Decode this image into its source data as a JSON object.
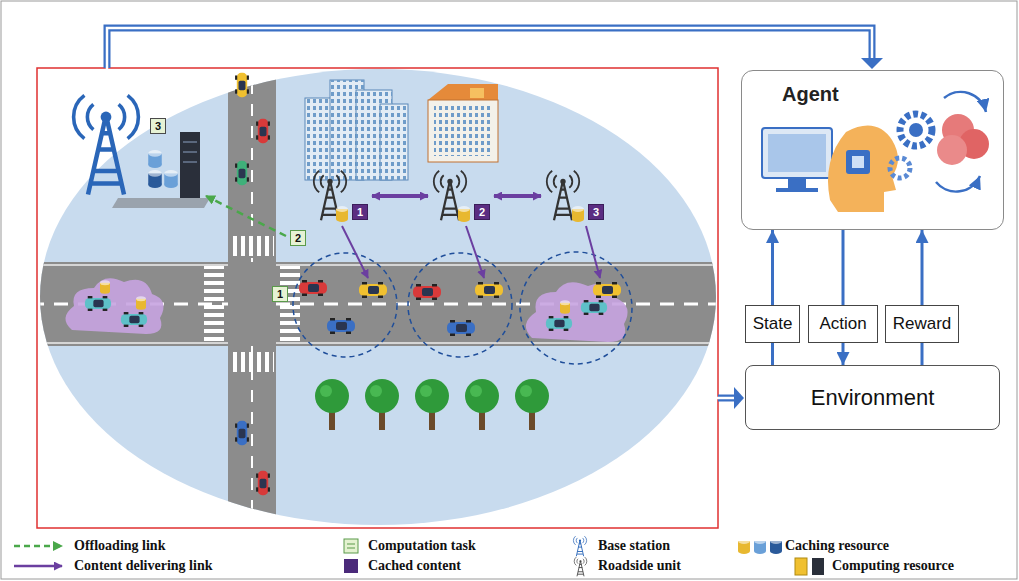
{
  "diagram": {
    "nodes": [
      {
        "text": [
          "Agent"
        ]
      },
      {
        "text": [
          "State"
        ]
      },
      {
        "text": [
          "Action"
        ]
      },
      {
        "text": [
          "Reward"
        ]
      },
      {
        "text": [
          "Environment"
        ]
      }
    ],
    "edges": [
      {
        "from": 4,
        "to": 1,
        "arrow": "none"
      },
      {
        "from": 1,
        "to": 0,
        "arrow": "to"
      },
      {
        "from": 0,
        "to": 2,
        "arrow": "none"
      },
      {
        "from": 2,
        "to": 4,
        "arrow": "to"
      },
      {
        "from": 4,
        "to": 3,
        "arrow": "none"
      },
      {
        "from": 3,
        "to": 0,
        "arrow": "to"
      }
    ],
    "labels": [
      "3",
      "1",
      "2",
      "3",
      "2",
      "1"
    ],
    "legend": [
      {
        "text": "Offloading link"
      },
      {
        "text": "Computation task"
      },
      {
        "text": "Base station"
      },
      {
        "text": "Caching resource"
      },
      {
        "text": "Content delivering link"
      },
      {
        "text": "Cached content",
        "color": "#4b2a7a"
      },
      {
        "text": "Roadside unit"
      },
      {
        "text": "Computing resource"
      }
    ]
  }
}
